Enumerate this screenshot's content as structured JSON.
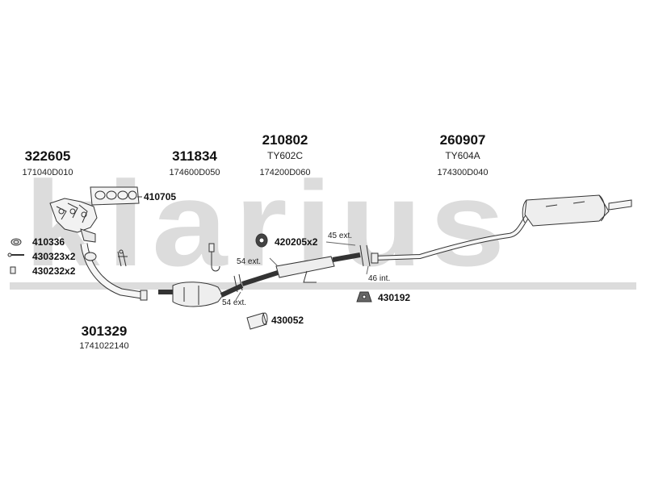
{
  "watermark": "klarius",
  "parts": [
    {
      "number": "322605",
      "oem": "171040D010"
    },
    {
      "number": "311834",
      "oem": "174600D050"
    },
    {
      "number": "210802",
      "oem": "174200D060",
      "code": "TY602C"
    },
    {
      "number": "260907",
      "oem": "174300D040",
      "code": "TY604A"
    },
    {
      "number": "301329",
      "oem": "1741022140"
    }
  ],
  "callouts": [
    "410705",
    "410336",
    "430323x2",
    "430232x2",
    "420205x2",
    "430192",
    "430052"
  ],
  "notes": [
    "45 ext.",
    "54 ext.",
    "54 ext.",
    "46 int."
  ]
}
